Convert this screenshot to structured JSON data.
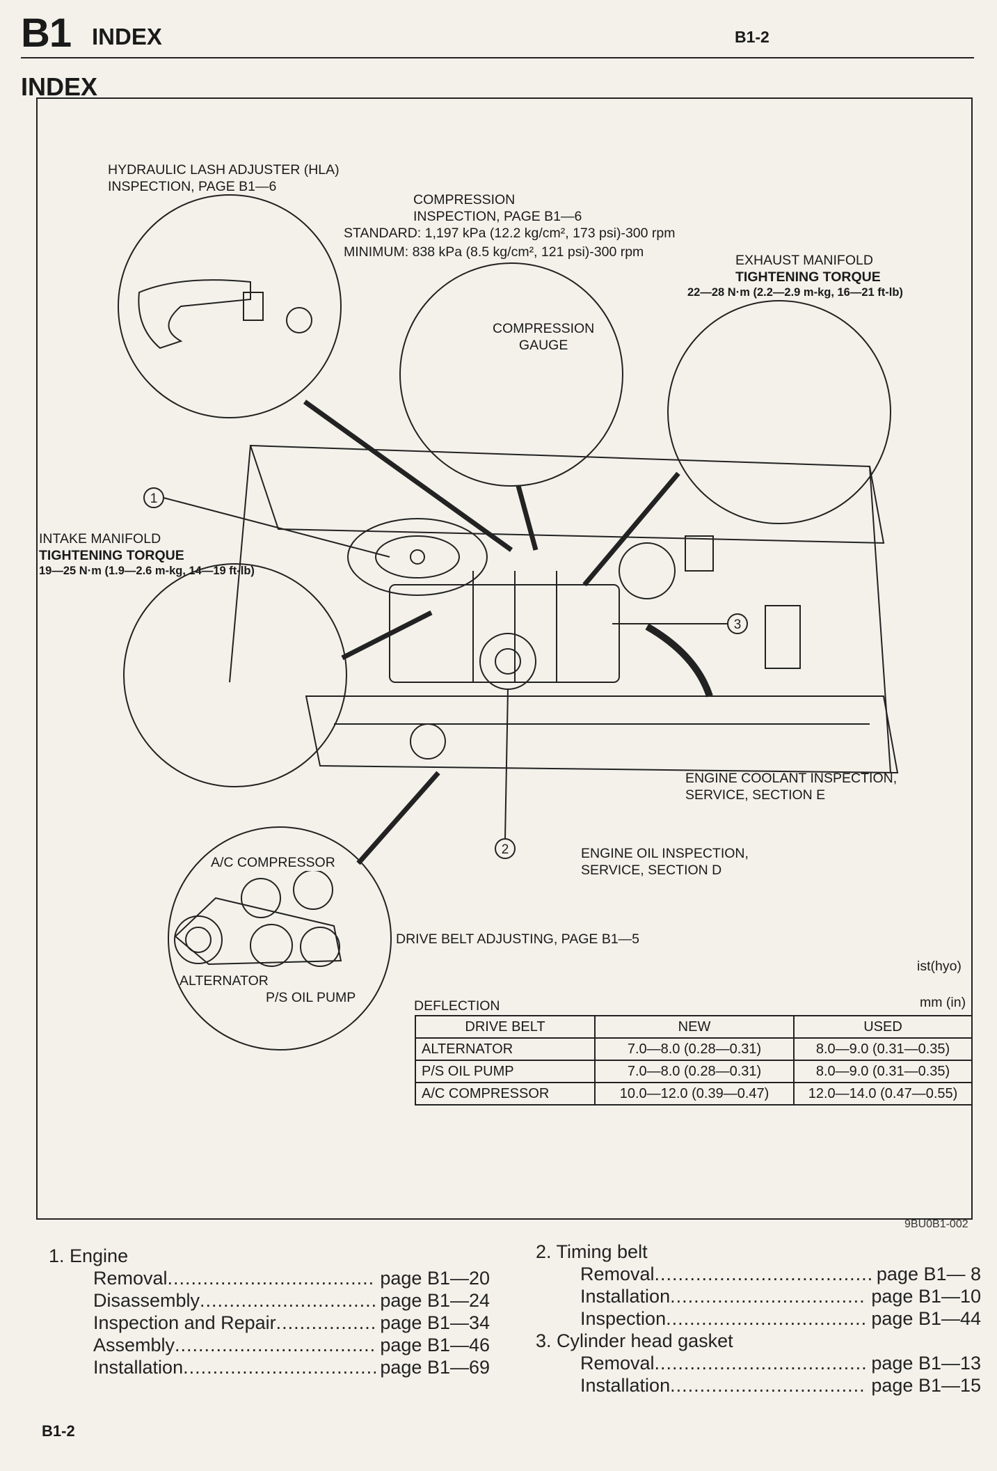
{
  "header": {
    "section_code": "B1",
    "section_title": "INDEX",
    "page_ref": "B1-2"
  },
  "heading": "INDEX",
  "callouts": {
    "hla": {
      "line1": "HYDRAULIC LASH ADJUSTER (HLA)",
      "line2": "INSPECTION, PAGE B1—6"
    },
    "compression": {
      "line1": "COMPRESSION",
      "line2": "INSPECTION, PAGE B1—6",
      "standard": "STANDARD: 1,197 kPa (12.2 kg/cm², 173 psi)-300 rpm",
      "minimum": "MINIMUM: 838 kPa (8.5 kg/cm², 121 psi)-300 rpm",
      "gauge_line1": "COMPRESSION",
      "gauge_line2": "GAUGE"
    },
    "exhaust": {
      "line1": "EXHAUST MANIFOLD",
      "line2": "TIGHTENING TORQUE",
      "line3": "22—28 N·m (2.2—2.9 m-kg, 16—21 ft-lb)"
    },
    "intake": {
      "line1": "INTAKE MANIFOLD",
      "line2": "TIGHTENING TORQUE",
      "line3": "19—25 N·m (1.9—2.6 m-kg, 14—19 ft-lb)"
    },
    "coolant": {
      "line1": "ENGINE COOLANT INSPECTION,",
      "line2": "SERVICE, SECTION E"
    },
    "oil": {
      "line1": "ENGINE OIL INSPECTION,",
      "line2": "SERVICE, SECTION D"
    },
    "belt": {
      "ac": "A/C COMPRESSOR",
      "alternator": "ALTERNATOR",
      "ps": "P/S OIL PUMP",
      "adjusting": "DRIVE BELT ADJUSTING, PAGE B1—5"
    },
    "markers": [
      "1",
      "2",
      "3"
    ]
  },
  "deflection": {
    "label": "DEFLECTION",
    "note": "ist(hyo)",
    "unit": "mm (in)",
    "headers": [
      "DRIVE BELT",
      "NEW",
      "USED"
    ],
    "rows": [
      [
        "ALTERNATOR",
        "7.0—8.0 (0.28—0.31)",
        "8.0—9.0 (0.31—0.35)"
      ],
      [
        "P/S OIL PUMP",
        "7.0—8.0 (0.28—0.31)",
        "8.0—9.0 (0.31—0.35)"
      ],
      [
        "A/C COMPRESSOR",
        "10.0—12.0 (0.39—0.47)",
        "12.0—14.0 (0.47—0.55)"
      ]
    ]
  },
  "figure_id": "9BU0B1-002",
  "index_left": {
    "title": "1. Engine",
    "items": [
      {
        "name": "Removal",
        "page": "page B1—20"
      },
      {
        "name": "Disassembly",
        "page": "page B1—24"
      },
      {
        "name": "Inspection and Repair",
        "page": "page B1—34"
      },
      {
        "name": "Assembly",
        "page": "page B1—46"
      },
      {
        "name": "Installation",
        "page": "page B1—69"
      }
    ]
  },
  "index_right": {
    "title1": "2. Timing belt",
    "items1": [
      {
        "name": "Removal",
        "page": "page B1— 8"
      },
      {
        "name": "Installation",
        "page": "page B1—10"
      },
      {
        "name": "Inspection",
        "page": "page B1—44"
      }
    ],
    "title2": "3. Cylinder head gasket",
    "items2": [
      {
        "name": "Removal",
        "page": "page B1—13"
      },
      {
        "name": "Installation",
        "page": "page B1—15"
      }
    ]
  },
  "footer_page": "B1-2"
}
